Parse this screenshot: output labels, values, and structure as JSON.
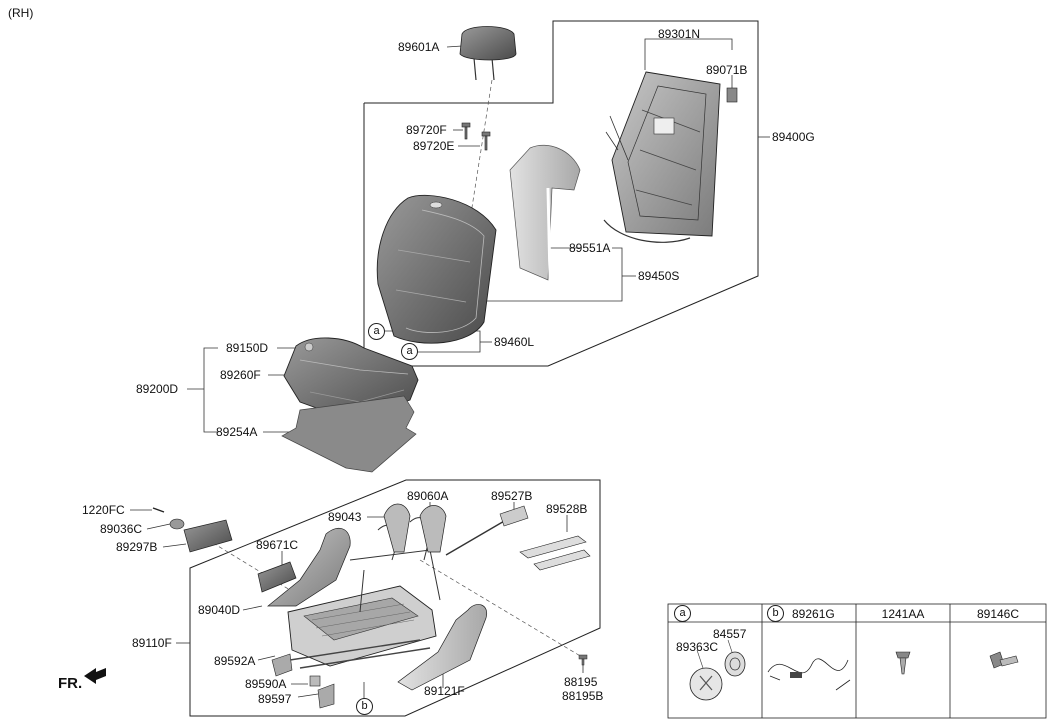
{
  "variant": "(RH)",
  "direction_label": "FR.",
  "markers": {
    "a": "a",
    "b": "b"
  },
  "parts": {
    "p89601A": "89601A",
    "p89301N": "89301N",
    "p89071B": "89071B",
    "p89400G": "89400G",
    "p89720F": "89720F",
    "p89720E": "89720E",
    "p89551A": "89551A",
    "p89450S": "89450S",
    "p89460L": "89460L",
    "p89150D": "89150D",
    "p89260F": "89260F",
    "p89200D": "89200D",
    "p89254A": "89254A",
    "p1220FC": "1220FC",
    "p89036C": "89036C",
    "p89297B": "89297B",
    "p89043": "89043",
    "p89060A": "89060A",
    "p89527B": "89527B",
    "p89528B": "89528B",
    "p89671C": "89671C",
    "p89040D": "89040D",
    "p89110F": "89110F",
    "p89592A": "89592A",
    "p89590A": "89590A",
    "p89597": "89597",
    "p89121F": "89121F",
    "p88195": "88195",
    "p88195B": "88195B"
  },
  "legend": {
    "a_marker": "a",
    "b_marker": "b",
    "b_part": "89261G",
    "col3_part": "1241AA",
    "col4_part": "89146C",
    "a_part1": "89363C",
    "a_part2": "84557"
  }
}
